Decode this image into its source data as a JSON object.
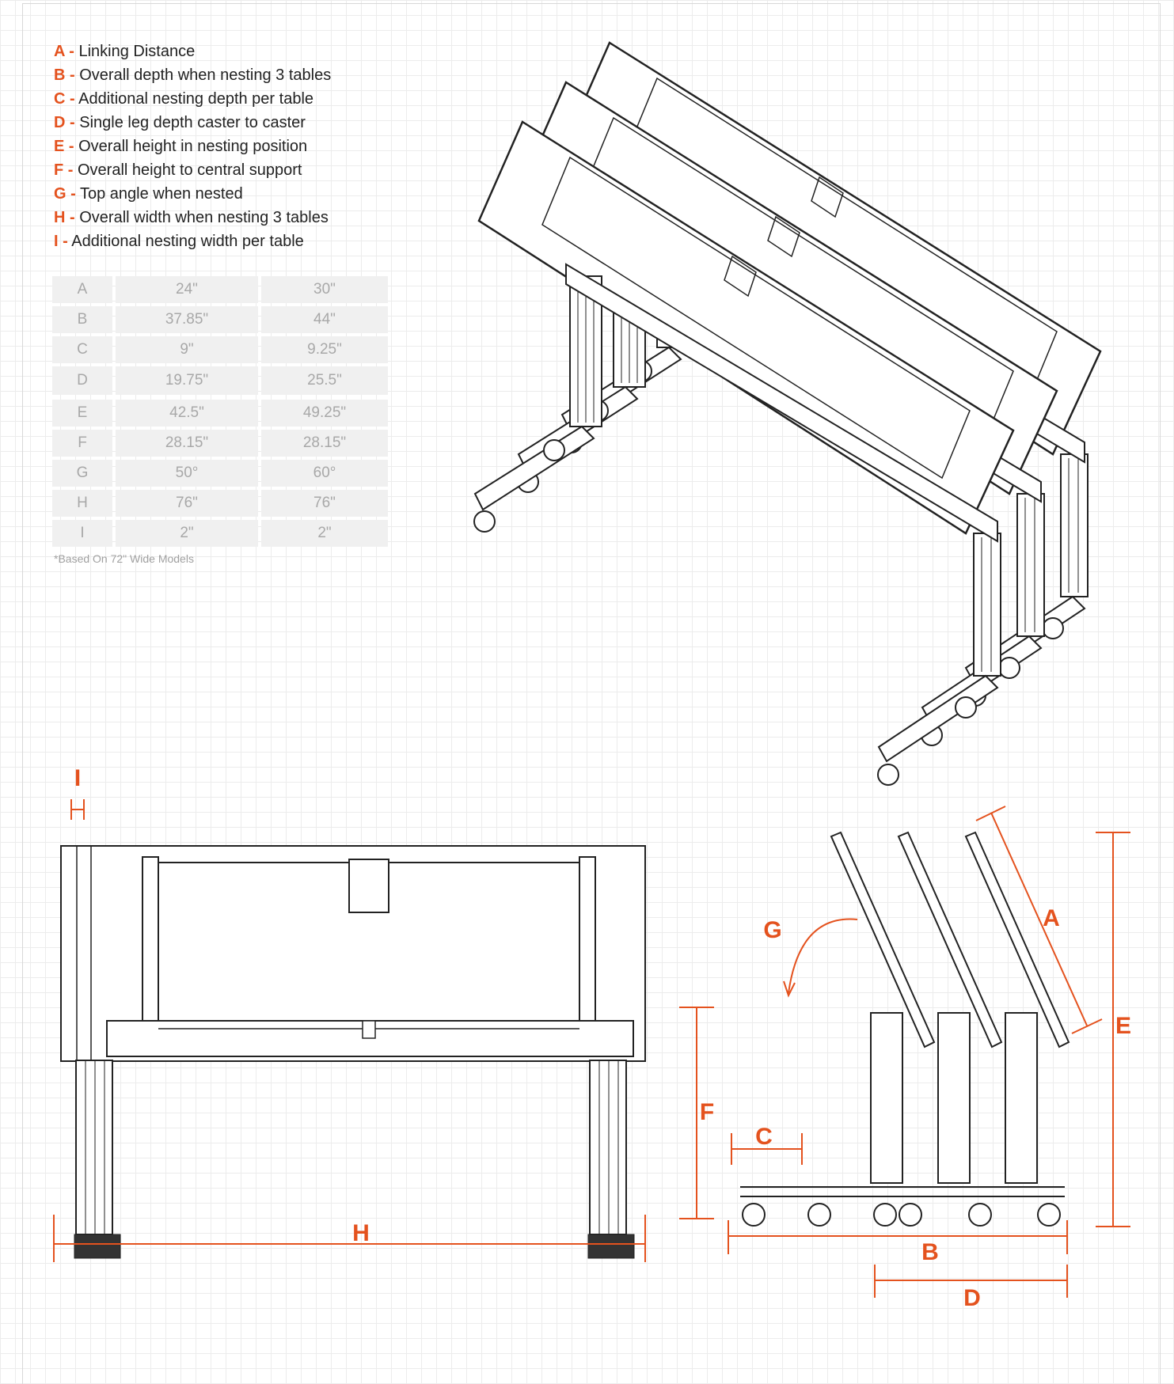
{
  "legend": [
    {
      "key": "A",
      "sep": " -",
      "text": " Linking Distance"
    },
    {
      "key": "B",
      "sep": " -",
      "text": " Overall depth when nesting 3 tables"
    },
    {
      "key": "C",
      "sep": " -",
      "text": " Additional nesting depth per table"
    },
    {
      "key": "D",
      "sep": " -",
      "text": " Single leg depth caster to caster"
    },
    {
      "key": "E",
      "sep": " -",
      "text": " Overall height in nesting position"
    },
    {
      "key": "F",
      "sep": " -",
      "text": " Overall height to central support"
    },
    {
      "key": "G",
      "sep": " -",
      "text": " Top angle when nested"
    },
    {
      "key": "H",
      "sep": " -",
      "text": " Overall width when nesting 3 tables"
    },
    {
      "key": "I",
      "sep": " -",
      "text": " Additional nesting width per table"
    }
  ],
  "table": [
    [
      "A",
      "24\"",
      "30\""
    ],
    [
      "B",
      "37.85\"",
      "44\""
    ],
    [
      "C",
      "9\"",
      "9.25\""
    ],
    [
      "D",
      "19.75\"",
      "25.5\""
    ],
    [
      "E",
      "42.5\"",
      "49.25\""
    ],
    [
      "F",
      "28.15\"",
      "28.15\""
    ],
    [
      "G",
      "50°",
      "60°"
    ],
    [
      "H",
      "76\"",
      "76\""
    ],
    [
      "I",
      "2\"",
      "2\""
    ]
  ],
  "footnote": "*Based On 72\" Wide Models",
  "dimension_labels": {
    "A": "A",
    "B": "B",
    "C": "C",
    "D": "D",
    "E": "E",
    "F": "F",
    "G": "G",
    "H": "H",
    "I": "I"
  },
  "colors": {
    "accent": "#e4521e",
    "line": "#222222",
    "cell_bg": "#f0f0f0",
    "cell_text": "#a8a8a8"
  }
}
